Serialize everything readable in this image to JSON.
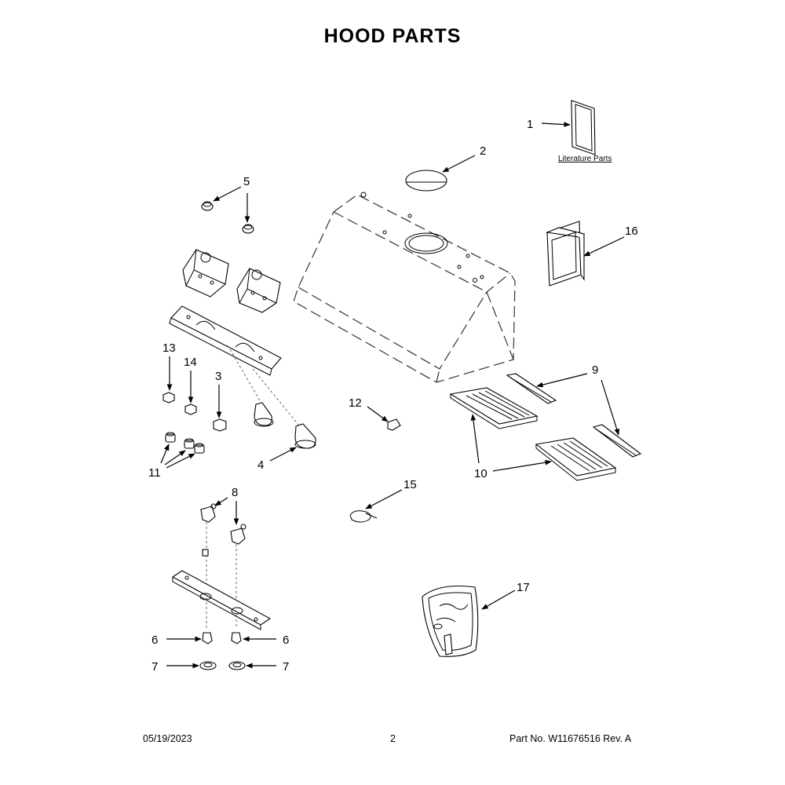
{
  "title": "HOOD PARTS",
  "literature_label": "Literature Parts",
  "callouts": {
    "c1": "1",
    "c2": "2",
    "c3": "3",
    "c4": "4",
    "c5": "5",
    "c6a": "6",
    "c6b": "6",
    "c7a": "7",
    "c7b": "7",
    "c8": "8",
    "c9": "9",
    "c10": "10",
    "c11": "11",
    "c12": "12",
    "c13": "13",
    "c14": "14",
    "c15": "15",
    "c16": "16",
    "c17": "17"
  },
  "footer": {
    "date": "05/19/2023",
    "page": "2",
    "part_no": "Part No.  W11676516  Rev.  A"
  }
}
